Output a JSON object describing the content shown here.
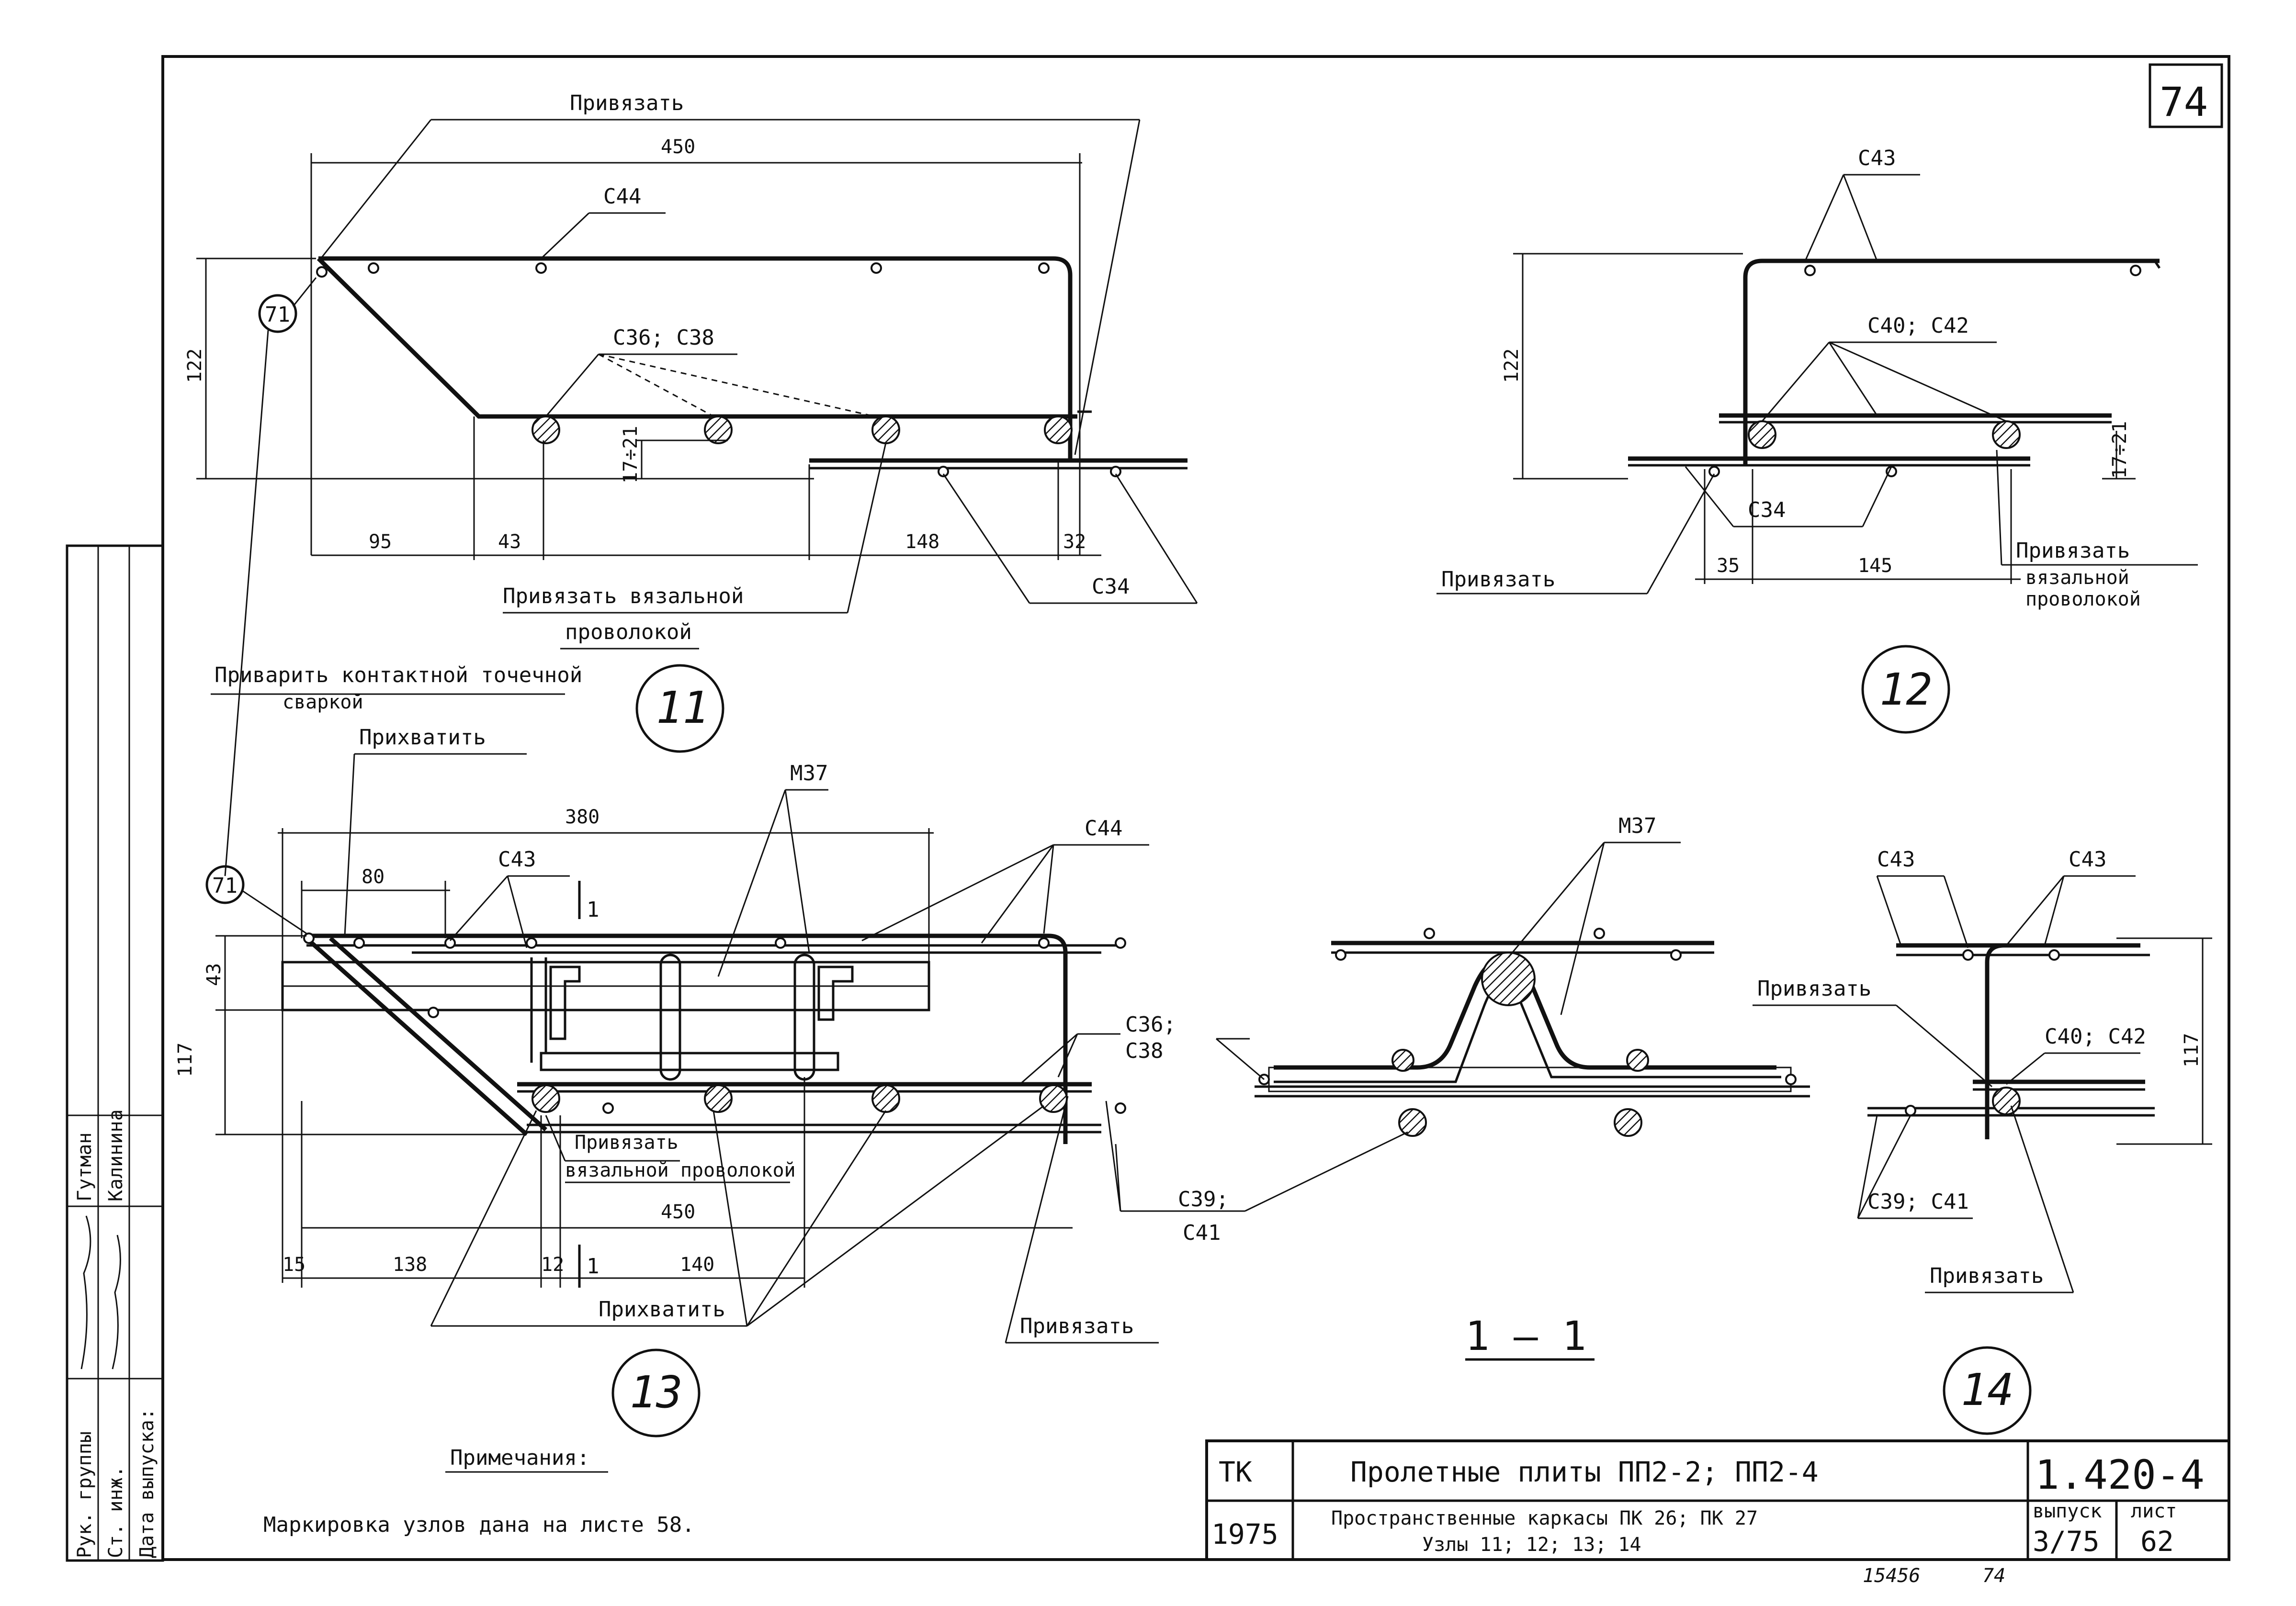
{
  "sheet": {
    "page_number": "74",
    "bottom_numbers": [
      "15456",
      "74"
    ]
  },
  "node11": {
    "number": "11",
    "leaders": {
      "tie_top": "Привязать",
      "tie_wire_1": "Привязать вязальной",
      "tie_wire_2": "проволокой"
    },
    "bars": {
      "top": "С44",
      "mid": "С36; С38",
      "bottom": "С34"
    },
    "callout": "71",
    "dims": {
      "length": "450",
      "height": "122",
      "gap": "17÷21",
      "d1": "95",
      "d2": "43",
      "d3": "148",
      "d4": "32"
    }
  },
  "node12": {
    "number": "12",
    "bars": {
      "top": "С43",
      "mid": "С40; С42",
      "bottom": "С34"
    },
    "leaders": {
      "tie_left": "Привязать",
      "tie_wire_1": "Привязать",
      "tie_wire_2": "вязальной",
      "tie_wire_3": "проволокой"
    },
    "dims": {
      "height": "122",
      "gap": "17÷21",
      "d1": "35",
      "d2": "145"
    }
  },
  "weld_note": {
    "line1": "Приварить контактной точечной",
    "line2": "сваркой"
  },
  "node13": {
    "number": "13",
    "leaders": {
      "tack_top": "Прихватить",
      "tack_bottom": "Прихватить",
      "tie": "Привязать",
      "tie_wire_1": "Привязать",
      "tie_wire_2": "вязальной проволокой"
    },
    "bars": {
      "mesh": "М37",
      "top": "С43",
      "top_right": "С44",
      "mid": "С36;",
      "mid2": "С38",
      "bottom": "С39;",
      "bottom2": "С41"
    },
    "callout": "71",
    "section_mark": "1",
    "dims": {
      "top_length": "380",
      "d80": "80",
      "h43": "43",
      "h117": "117",
      "bottom_length": "450",
      "d15": "15",
      "d138": "138",
      "d12": "12",
      "d140": "140"
    }
  },
  "section11": {
    "label": "1 – 1",
    "mesh": "М37"
  },
  "node14": {
    "number": "14",
    "bars": {
      "top_left": "С43",
      "top_right": "С43",
      "mid": "С40; С42",
      "bottom": "С39; С41"
    },
    "leaders": {
      "tie_top": "Привязать",
      "tie_bottom": "Привязать"
    },
    "dims": {
      "height": "117"
    }
  },
  "notes": {
    "heading": "Примечания:",
    "text": "Маркировка узлов дана на листе 58."
  },
  "title_block": {
    "org": "ТК",
    "year": "1975",
    "title": "Пролетные плиты ПП2-2; ПП2-4",
    "subtitle1": "Пространственные каркасы ПК 26; ПК 27",
    "subtitle2": "Узлы 11; 12; 13; 14",
    "series": "1.420-4",
    "issue_label": "выпуск",
    "issue_value": "3/75",
    "sheet_label": "лист",
    "sheet_value": "62"
  },
  "side_stamp": {
    "row1": "Рук. группы",
    "row2": "Ст. инж.",
    "row3": "Дата выпуска:",
    "name1": "Гутман",
    "name2": "Калинина"
  }
}
